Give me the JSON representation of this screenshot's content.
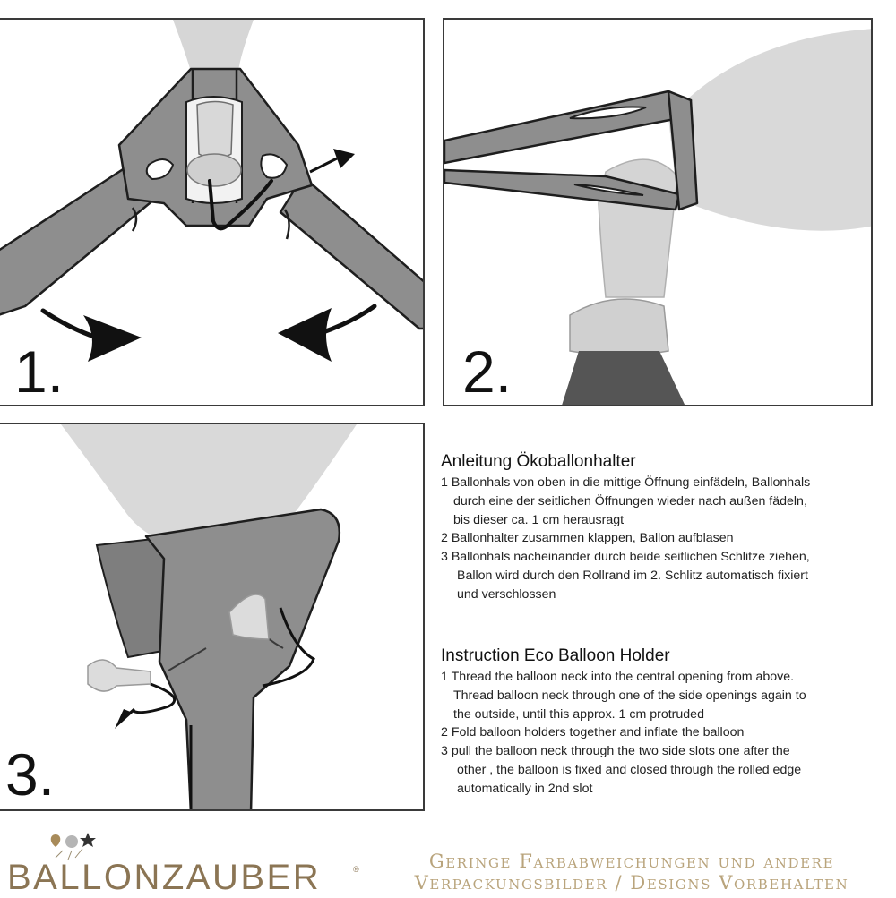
{
  "panels": [
    {
      "number": "1."
    },
    {
      "number": "2."
    },
    {
      "number": "3."
    }
  ],
  "german": {
    "title": "Anleitung Ökoballonhalter",
    "lines": [
      "1 Ballonhals  von oben in die mittige Öffnung einfädeln,  Ballonhals",
      "durch eine der seitlichen Öffnungen wieder  nach außen fädeln,",
      "bis  dieser ca. 1 cm  herausragt",
      "2  Ballonhalter zusammen klappen,   Ballon aufblasen",
      "3   Ballonhals nacheinander durch beide seitlichen Schlitze ziehen,",
      "Ballon wird durch den Rollrand   im 2. Schlitz automatisch fixiert",
      "und verschlossen"
    ]
  },
  "english": {
    "title": "Instruction Eco Balloon Holder",
    "lines": [
      "1  Thread the balloon neck into the central opening from above.",
      "Thread balloon neck through one of the side openings  again to",
      "the  outside, until this approx. 1 cm  protruded",
      "2  Fold  balloon holders together and  inflate the balloon",
      "3  pull the balloon neck through the two side slots  one after the",
      "other , the balloon is fixed  and closed  through the rolled edge",
      "automatically  in 2nd slot"
    ]
  },
  "brand": {
    "name": "BALLONZAUBER",
    "trademark": "®",
    "colors": {
      "brand": "#8b7554",
      "disclaimer": "#b9a47c"
    }
  },
  "disclaimer": {
    "line1": "Geringe Farbabweichungen und andere",
    "line2": "Verpackungsbilder / Designs Vorbehalten"
  }
}
